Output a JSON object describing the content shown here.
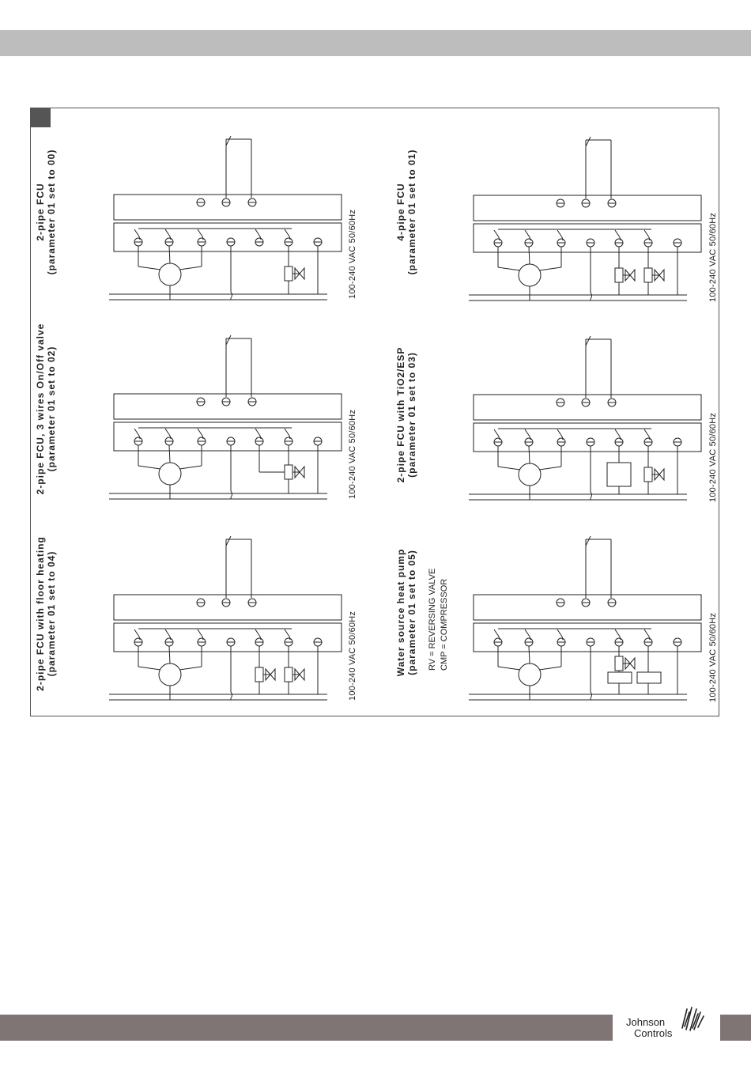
{
  "brand": {
    "line1": "Johnson",
    "line2": "Controls"
  },
  "legend": {
    "rv": "RV = REVERSING VALVE",
    "cmp": "CMP = COMPRESSOR"
  },
  "diagrams": [
    {
      "title_line1": "2-pipe FCU",
      "title_line2": "(parameter 01 set to 00)",
      "voltage": "100-240 VAC 50/60Hz"
    },
    {
      "title_line1": "2-pipe FCU, 3 wires On/Off valve",
      "title_line2": "(parameter 01 set to 02)",
      "voltage": "100-240 VAC 50/60Hz"
    },
    {
      "title_line1": "2-pipe FCU with floor heating",
      "title_line2": "(parameter 01 set to 04)",
      "voltage": "100-240 VAC 50/60Hz"
    },
    {
      "title_line1": "4-pipe FCU",
      "title_line2": "(parameter 01 set to 01)",
      "voltage": "100-240 VAC 50/60Hz"
    },
    {
      "title_line1": "2-pipe FCU with TiO2/ESP",
      "title_line2": "(parameter 01 set to 03)",
      "voltage": "100-240 VAC 50/60Hz"
    },
    {
      "title_line1": "Water source heat pump",
      "title_line2": "(parameter 01 set to 05)",
      "voltage": "100-240 VAC 50/60Hz"
    }
  ]
}
